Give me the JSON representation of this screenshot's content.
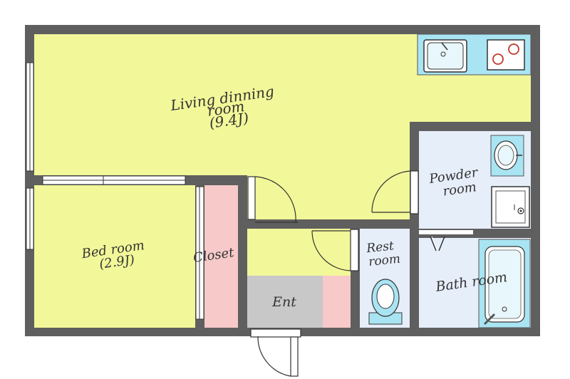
{
  "colors": {
    "wall": "#5f5f5f",
    "living": "#f2f799",
    "closet": "#f7c9c9",
    "wet": "#e6eefa",
    "entrance": "#c8c8c8",
    "fixture": "#a9e4f3",
    "door_line": "#333333"
  },
  "rooms": {
    "living_line1": "Living dinning",
    "living_line2": "room",
    "living_size": "(9.4J)",
    "bedroom_line1": "Bed room",
    "bedroom_size": "(2.9J)",
    "closet": "Closet",
    "entrance": "Ent",
    "rest_line1": "Rest",
    "rest_line2": "room",
    "powder_line1": "Powder",
    "powder_line2": "room",
    "bath": "Bath room"
  },
  "fixtures": {
    "kitchen_sink": "sink-icon",
    "stove": "stove-icon",
    "washbasin": "washbasin-icon",
    "washer": "washing-machine-icon",
    "toilet": "toilet-icon",
    "bathtub": "bathtub-icon"
  }
}
